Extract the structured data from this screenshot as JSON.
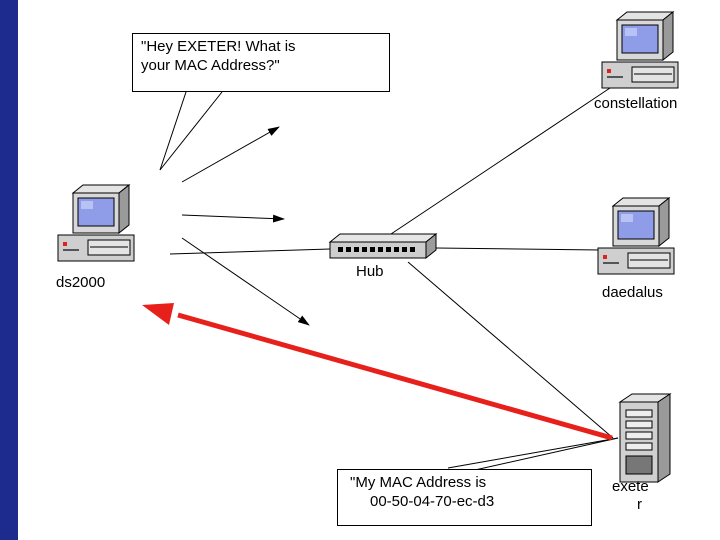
{
  "callouts": {
    "request": {
      "line1": "\"Hey EXETER! What is",
      "line2": "your MAC Address?\""
    },
    "reply": {
      "line1": "\"My MAC Address is",
      "line2": "00-50-04-70-ec-d3"
    }
  },
  "nodes": {
    "ds2000": "ds2000",
    "hub": "Hub",
    "constellation": "constellation",
    "daedalus": "daedalus",
    "exeter_line1": "exete",
    "exeter_line2": "r"
  },
  "colors": {
    "background": "#1e2b8e",
    "panel": "#ffffff",
    "reply_arrow": "#e8201c",
    "screen": "#8f9de8"
  },
  "icons": {
    "workstation": "desktop-computer-icon",
    "server": "tower-server-icon",
    "hub": "network-hub-icon"
  }
}
